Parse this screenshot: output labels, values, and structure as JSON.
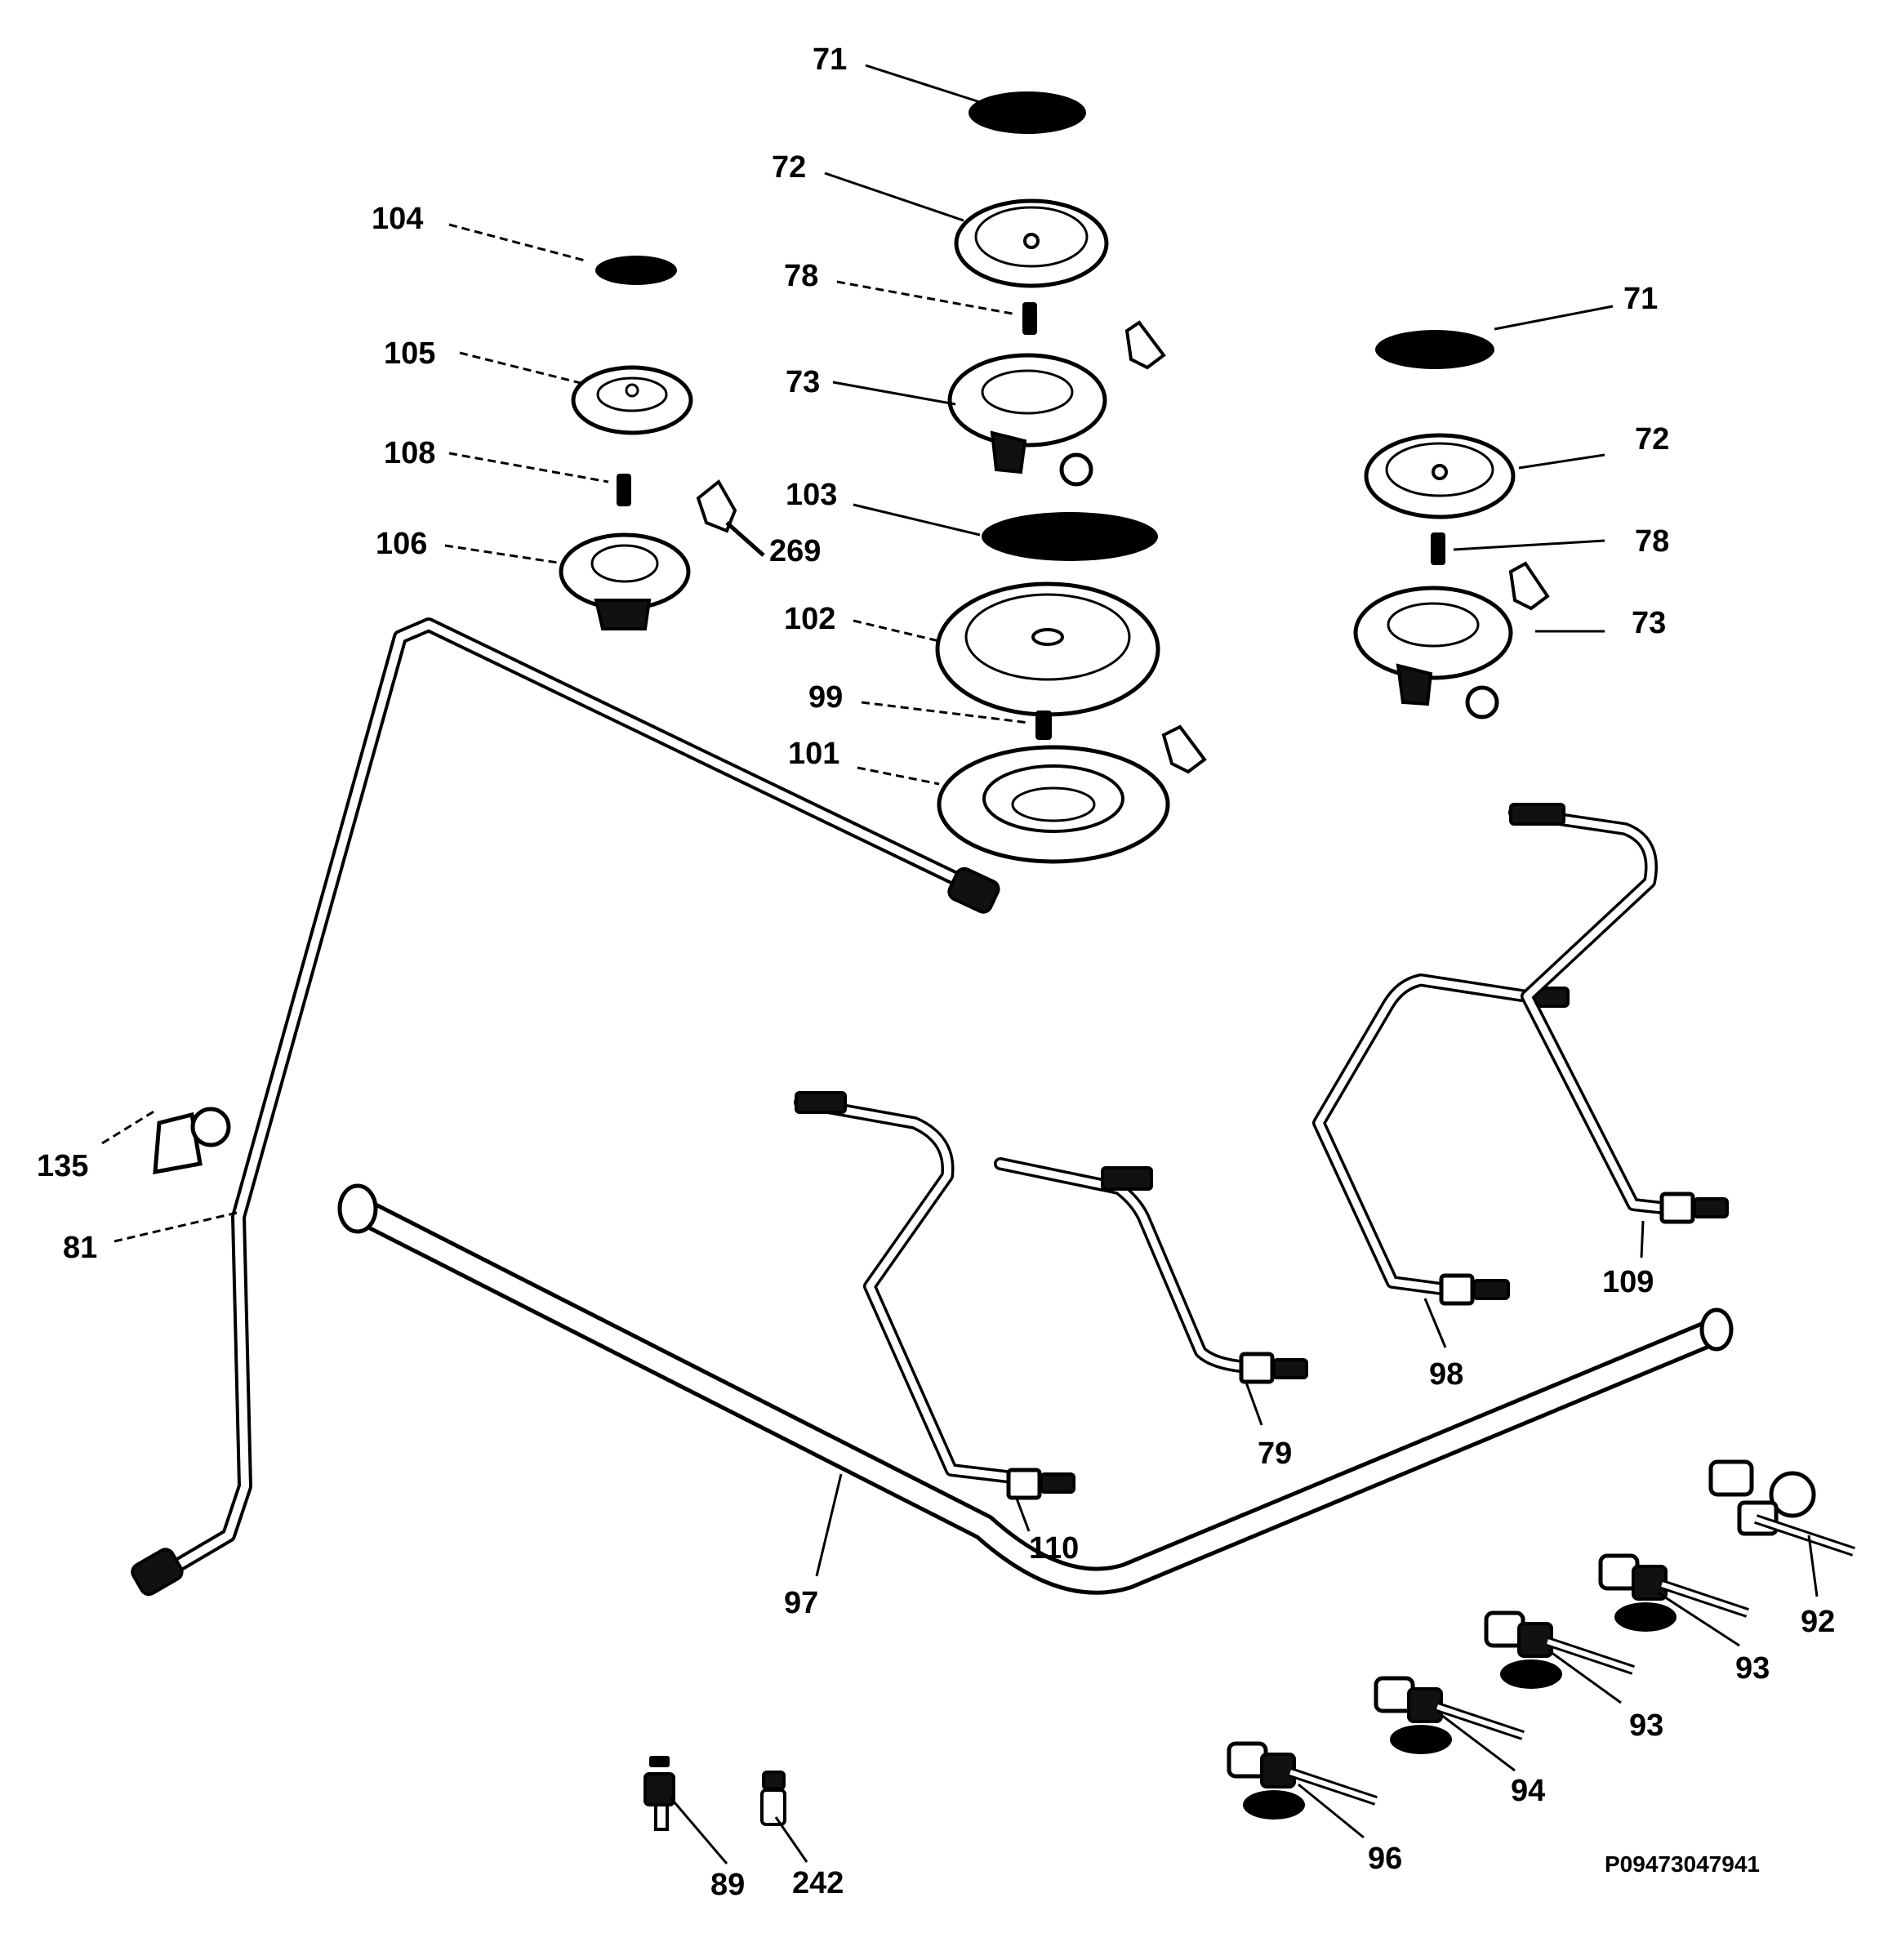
{
  "diagram": {
    "reference_code": "P09473047941",
    "labels": [
      {
        "id": "l71a",
        "text": "71"
      },
      {
        "id": "l72a",
        "text": "72"
      },
      {
        "id": "l104",
        "text": "104"
      },
      {
        "id": "l78a",
        "text": "78"
      },
      {
        "id": "l105",
        "text": "105"
      },
      {
        "id": "l73a",
        "text": "73"
      },
      {
        "id": "l108",
        "text": "108"
      },
      {
        "id": "l103",
        "text": "103"
      },
      {
        "id": "l106",
        "text": "106"
      },
      {
        "id": "l269",
        "text": "269"
      },
      {
        "id": "l102",
        "text": "102"
      },
      {
        "id": "l99",
        "text": "99"
      },
      {
        "id": "l101",
        "text": "101"
      },
      {
        "id": "l71b",
        "text": "71"
      },
      {
        "id": "l72b",
        "text": "72"
      },
      {
        "id": "l78b",
        "text": "78"
      },
      {
        "id": "l73b",
        "text": "73"
      },
      {
        "id": "l135",
        "text": "135"
      },
      {
        "id": "l81",
        "text": "81"
      },
      {
        "id": "l109",
        "text": "109"
      },
      {
        "id": "l98",
        "text": "98"
      },
      {
        "id": "l79",
        "text": "79"
      },
      {
        "id": "l110",
        "text": "110"
      },
      {
        "id": "l97",
        "text": "97"
      },
      {
        "id": "l92",
        "text": "92"
      },
      {
        "id": "l93a",
        "text": "93"
      },
      {
        "id": "l93b",
        "text": "93"
      },
      {
        "id": "l94",
        "text": "94"
      },
      {
        "id": "l96",
        "text": "96"
      },
      {
        "id": "l89",
        "text": "89"
      },
      {
        "id": "l242",
        "text": "242"
      }
    ]
  }
}
